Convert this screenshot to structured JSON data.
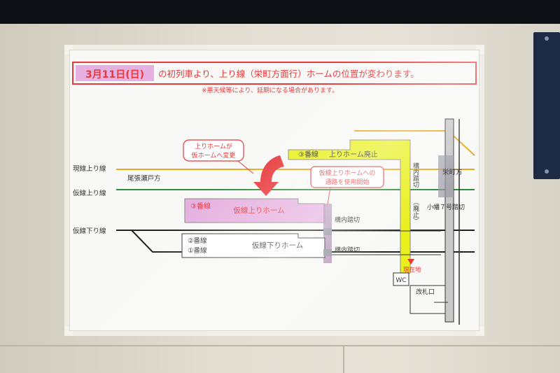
{
  "notice": {
    "date": "3月11日(日)",
    "headline": "の初列車より、上り線（栄町方面行）ホームの位置が変わります。",
    "subnote": "※悪天候等により、延期になる場合があります。"
  },
  "lines": {
    "current_up": "現線上り線",
    "temp_up": "仮線上り線",
    "temp_down": "仮線下り線",
    "owari_direction": "尾張瀬戸方",
    "sakae_direction": "栄町方"
  },
  "callouts": {
    "moved_line1": "上りホームが",
    "moved_line2": "仮ホームへ変更",
    "passage_line1": "仮線上りホームへの",
    "passage_line2": "通路を使用開始",
    "abolished_track": "③番線",
    "abolished_label": "上りホーム廃止"
  },
  "platforms": {
    "temp_up_track": "③番線",
    "temp_up_name": "仮線上りホーム",
    "track2": "②番線",
    "track1": "①番線",
    "temp_down_name": "仮線下りホーム"
  },
  "crossings": {
    "konai1": "構内踏切",
    "konai2": "構内踏切",
    "konai_abolished_name": "構内踏切",
    "konai_abolished_note": "（廃止）",
    "obata7": "小幡７号踏切"
  },
  "facilities": {
    "you_are_here": "現在地",
    "wc": "WC",
    "ticket_gate": "改札口"
  },
  "colors": {
    "red": "#e8393c",
    "yellow": "#e9f01c",
    "pink": "#e6b1e0",
    "green": "#2f8a3c",
    "orange": "#e8a81c"
  }
}
